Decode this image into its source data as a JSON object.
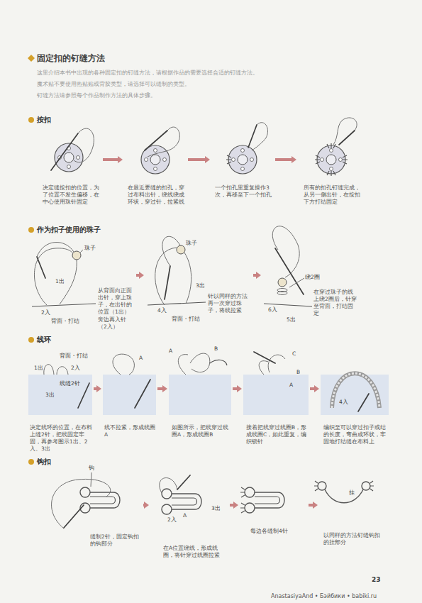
{
  "diagram": {
    "title": "固定扣的钉缝方法",
    "nodes": [
      {
        "text": [
          "决定缝按扣的位置，为了位置不发生偏移，在中心使用珠针固定"
        ]
      },
      {
        "text": [
          "在最近要缝的扣孔，穿过布料出针，绕线绕成环状，穿过针，拉紧线"
        ]
      },
      {
        "text": [
          "一个扣孔里重复操作3次，再移至下一个扣孔"
        ]
      },
      {
        "text": [
          "所有的扣孔钉缝完成，从另一侧出针，在按扣下方打结固定"
        ]
      },
      {
        "text": [
          "从背面向正面出针，穿上珠子，在出针的位置（1出）旁边再入针（2入）"
        ]
      },
      {
        "text": [
          "针以同样的方法再一次穿过珠子，将线拉紧"
        ]
      },
      {
        "text": [
          "在穿过珠子的线上绕2圈后，针穿至背面，打结固定"
        ]
      },
      {
        "text": [
          "决定线环的位置，在布料上缝2针，把线固定牢固，再参考图示1出、2入、3出"
        ]
      },
      {
        "text": [
          "线不拉紧，形成线圈A"
        ]
      },
      {
        "text": [
          "如图所示，把线穿过线圈A，形成线圈B"
        ]
      },
      {
        "text": [
          "接着把线穿过线圈B，形成线圈C，如此重复，编织锁针"
        ]
      },
      {
        "text": [
          "编织至可以穿过扣子或结的长度，弯曲成环状，牢固地打结缝在布料上"
        ]
      },
      {
        "text": [
          "缝制2针，固定钩扣的钩部分"
        ]
      },
      {
        "text": [
          "在A位置绕线，形成线圈，将针穿过线圈拉紧"
        ]
      },
      {
        "text": [
          "每边各缝制4针"
        ]
      },
      {
        "text": [
          "以同样的方法钉缝钩扣的挂部分"
        ]
      }
    ],
    "edges": [
      {
        "from": 0,
        "to": 1,
        "arrow": "to"
      },
      {
        "from": 1,
        "to": 2,
        "arrow": "to"
      },
      {
        "from": 2,
        "to": 3,
        "arrow": "to"
      },
      {
        "from": 4,
        "to": 5,
        "arrow": "to"
      },
      {
        "from": 5,
        "to": 6,
        "arrow": "to"
      },
      {
        "from": 7,
        "to": 8,
        "arrow": "to"
      },
      {
        "from": 8,
        "to": 9,
        "arrow": "to"
      },
      {
        "from": 9,
        "to": 10,
        "arrow": "to"
      },
      {
        "from": 10,
        "to": 11,
        "arrow": "to"
      },
      {
        "from": 12,
        "to": 13,
        "arrow": "to"
      },
      {
        "from": 13,
        "to": 14,
        "arrow": "to"
      },
      {
        "from": 14,
        "to": 15,
        "arrow": "to"
      }
    ],
    "labels": [
      "这里介绍本书中出现的各种固定扣的钉缝方法，请根据作品的需要选择合适的钉缝方法。",
      "魔术贴不要使用热贴贴或背胶类型，请选择可以缝制的类型。",
      "钉缝方法请参照每个作品制作方法的具体步骤。",
      "按扣",
      "作为扣子使用的珠子",
      "线环",
      "钩扣",
      "珠子",
      "1出",
      "2入",
      "背面・打结",
      "珠子",
      "3出",
      "4入",
      "背面・打结",
      "绕2圈",
      "6入",
      "5出",
      "背面・打结",
      "1出",
      "2入",
      "线缝2针",
      "3出",
      "A",
      "A",
      "B",
      "C",
      "B",
      "A",
      "4入",
      "钩",
      "2入",
      "A",
      "3出",
      "挂",
      "23",
      "AnastasiyaAnd • Бэйбики • babiki.ru"
    ]
  }
}
